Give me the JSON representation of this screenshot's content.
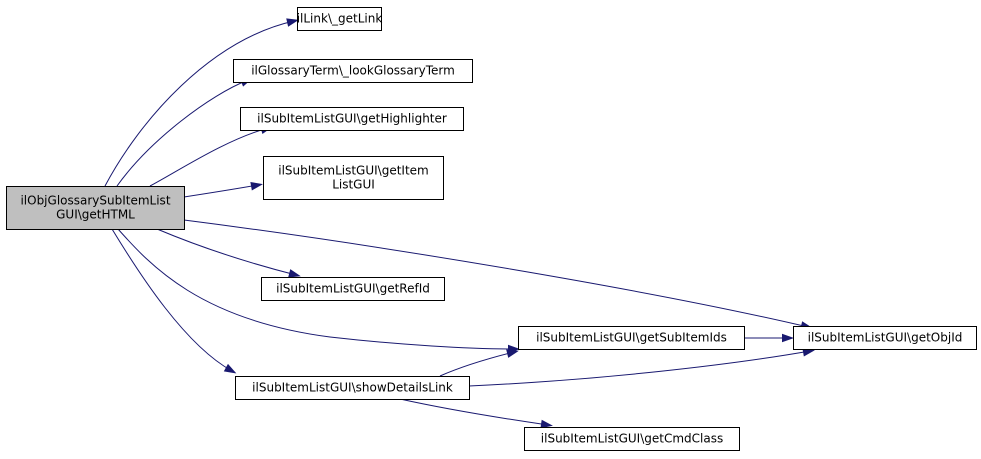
{
  "colors": {
    "node_fill": "#ffffff",
    "root_fill": "#bfbfbf",
    "node_border": "#000000",
    "edge": "#191970"
  },
  "nodes": [
    {
      "id": "root",
      "lines": [
        "ilObjGlossarySubItemList",
        "GUI\\getHTML"
      ],
      "highlighted": true
    },
    {
      "id": "getLink",
      "lines": [
        "ilLink\\_getLink"
      ]
    },
    {
      "id": "lookGlossaryTerm",
      "lines": [
        "ilGlossaryTerm\\_lookGlossaryTerm"
      ]
    },
    {
      "id": "getHighlighter",
      "lines": [
        "ilSubItemListGUI\\getHighlighter"
      ]
    },
    {
      "id": "getItemListGUI",
      "lines": [
        "ilSubItemListGUI\\getItem",
        "ListGUI"
      ]
    },
    {
      "id": "getRefId",
      "lines": [
        "ilSubItemListGUI\\getRefId"
      ]
    },
    {
      "id": "getSubItemIds",
      "lines": [
        "ilSubItemListGUI\\getSubItemIds"
      ]
    },
    {
      "id": "getObjId",
      "lines": [
        "ilSubItemListGUI\\getObjId"
      ]
    },
    {
      "id": "showDetailsLink",
      "lines": [
        "ilSubItemListGUI\\showDetailsLink"
      ]
    },
    {
      "id": "getCmdClass",
      "lines": [
        "ilSubItemListGUI\\getCmdClass"
      ]
    }
  ],
  "edges": [
    {
      "from": "root",
      "to": "getLink"
    },
    {
      "from": "root",
      "to": "lookGlossaryTerm"
    },
    {
      "from": "root",
      "to": "getHighlighter"
    },
    {
      "from": "root",
      "to": "getItemListGUI"
    },
    {
      "from": "root",
      "to": "getObjId"
    },
    {
      "from": "root",
      "to": "getRefId"
    },
    {
      "from": "root",
      "to": "getSubItemIds"
    },
    {
      "from": "root",
      "to": "showDetailsLink"
    },
    {
      "from": "getSubItemIds",
      "to": "getObjId"
    },
    {
      "from": "showDetailsLink",
      "to": "getSubItemIds"
    },
    {
      "from": "showDetailsLink",
      "to": "getObjId"
    },
    {
      "from": "showDetailsLink",
      "to": "getCmdClass"
    }
  ]
}
